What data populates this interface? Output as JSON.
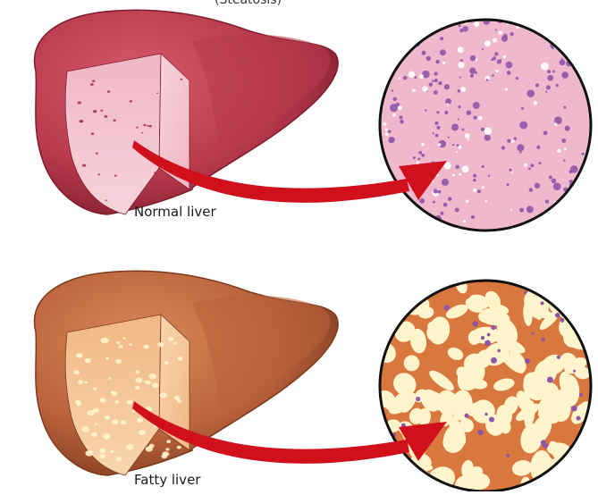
{
  "top_title": "(Steatosis)",
  "panels": [
    {
      "id": "normal",
      "caption": "Normal liver",
      "colors": {
        "liver_light": "#d65b6c",
        "liver_mid": "#b83a4c",
        "liver_dark": "#7e1d2c",
        "cut_surface": "#f0b6c6",
        "cut_surface_light": "#f7d3dc",
        "speck": "#a6384f",
        "circle_bg": "#f0b8cc",
        "dots": "#8e55a8",
        "arrow": "#d0111c"
      }
    },
    {
      "id": "fatty",
      "caption": "Fatty liver",
      "colors": {
        "liver_light": "#d98a5a",
        "liver_mid": "#b9623b",
        "liver_dark": "#7c3a1d",
        "cut_surface": "#f1b883",
        "cut_surface_light": "#f8d5ae",
        "speck": "#fff4cc",
        "circle_bg": "#d8773e",
        "fat_globules": "#fff4cc",
        "dots": "#8e55a8",
        "arrow": "#d0111c"
      }
    }
  ]
}
